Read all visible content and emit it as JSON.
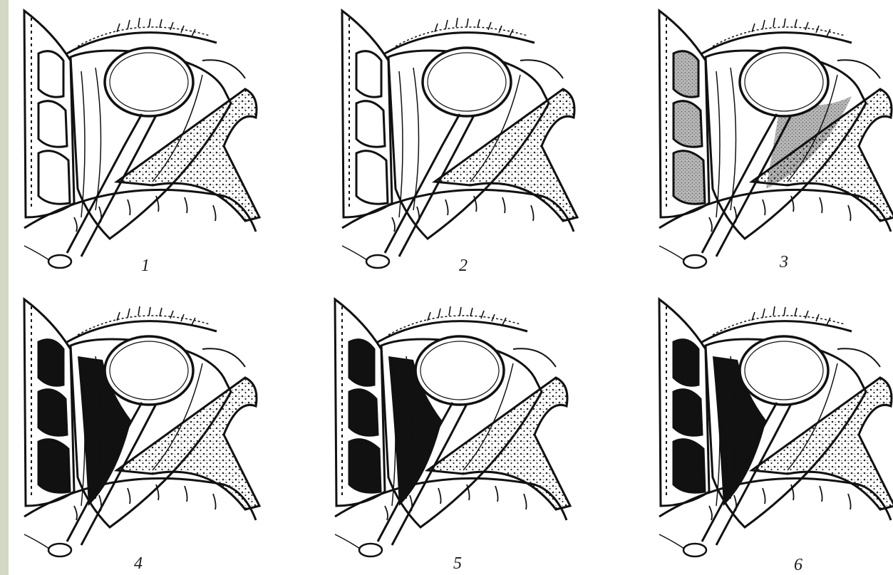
{
  "figure": {
    "panels": [
      {
        "label": "1",
        "fill": "none"
      },
      {
        "label": "2",
        "fill": "none"
      },
      {
        "label": "3",
        "fill": "stipple"
      },
      {
        "label": "4",
        "fill": "solid"
      },
      {
        "label": "5",
        "fill": "solid"
      },
      {
        "label": "6",
        "fill": "solid"
      }
    ],
    "colors": {
      "ink": "#111111",
      "paper": "#ffffff",
      "frame": "#d3d8c4",
      "stipple": "#9a9a9a"
    }
  }
}
